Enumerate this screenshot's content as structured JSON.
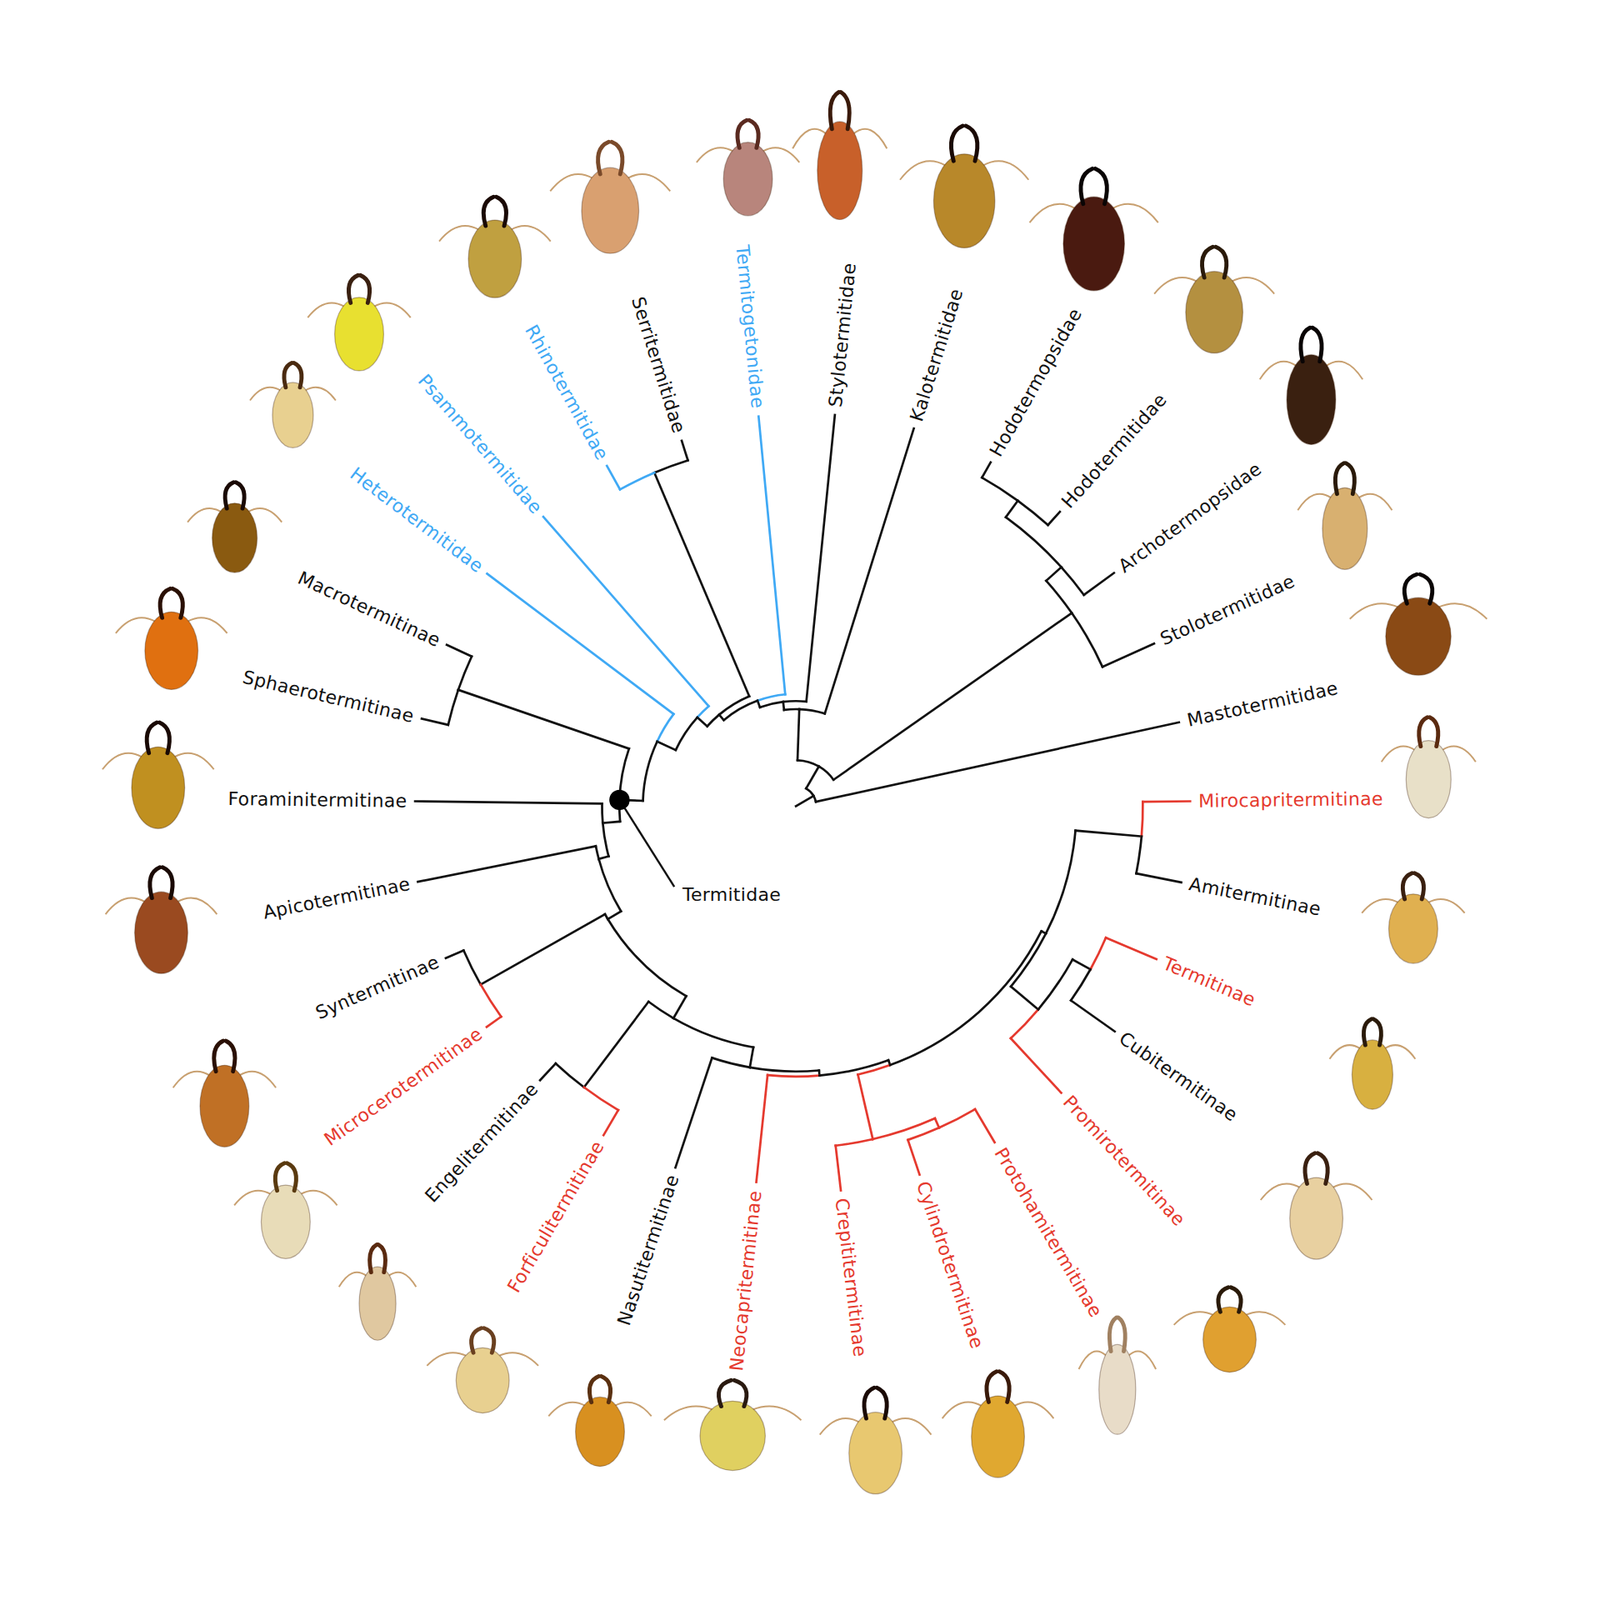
{
  "diagram": {
    "labels": [
      "Serritermitidae",
      "Rhinotermitidae",
      "Psammotermitidae",
      "Heterotermitidae",
      "Macrotermitinae",
      "Sphaerotermitinae",
      "Foraminitermitinae",
      "Apicotermitinae",
      "Syntermitinae",
      "Microcerotermitinae",
      "Engelitermitinae",
      "Forficulitermitinae",
      "Nasutitermitinae",
      "Neocapritermitinae",
      "Crepititermitinae",
      "Cylindrotermitinae",
      "Protohamitermitinae",
      "Promirotermitinae",
      "Cubitermitinae",
      "Termitinae",
      "Amitermitinae",
      "Mirocapritermitinae",
      "Mastotermitidae",
      "Stolotermitidae",
      "Archotermopsidae",
      "Hodotermitidae",
      "Hodotermopsidae",
      "Kalotermitidae",
      "Stylotermitidae",
      "Termitogetonidae",
      "Termitidae"
    ]
  }
}
